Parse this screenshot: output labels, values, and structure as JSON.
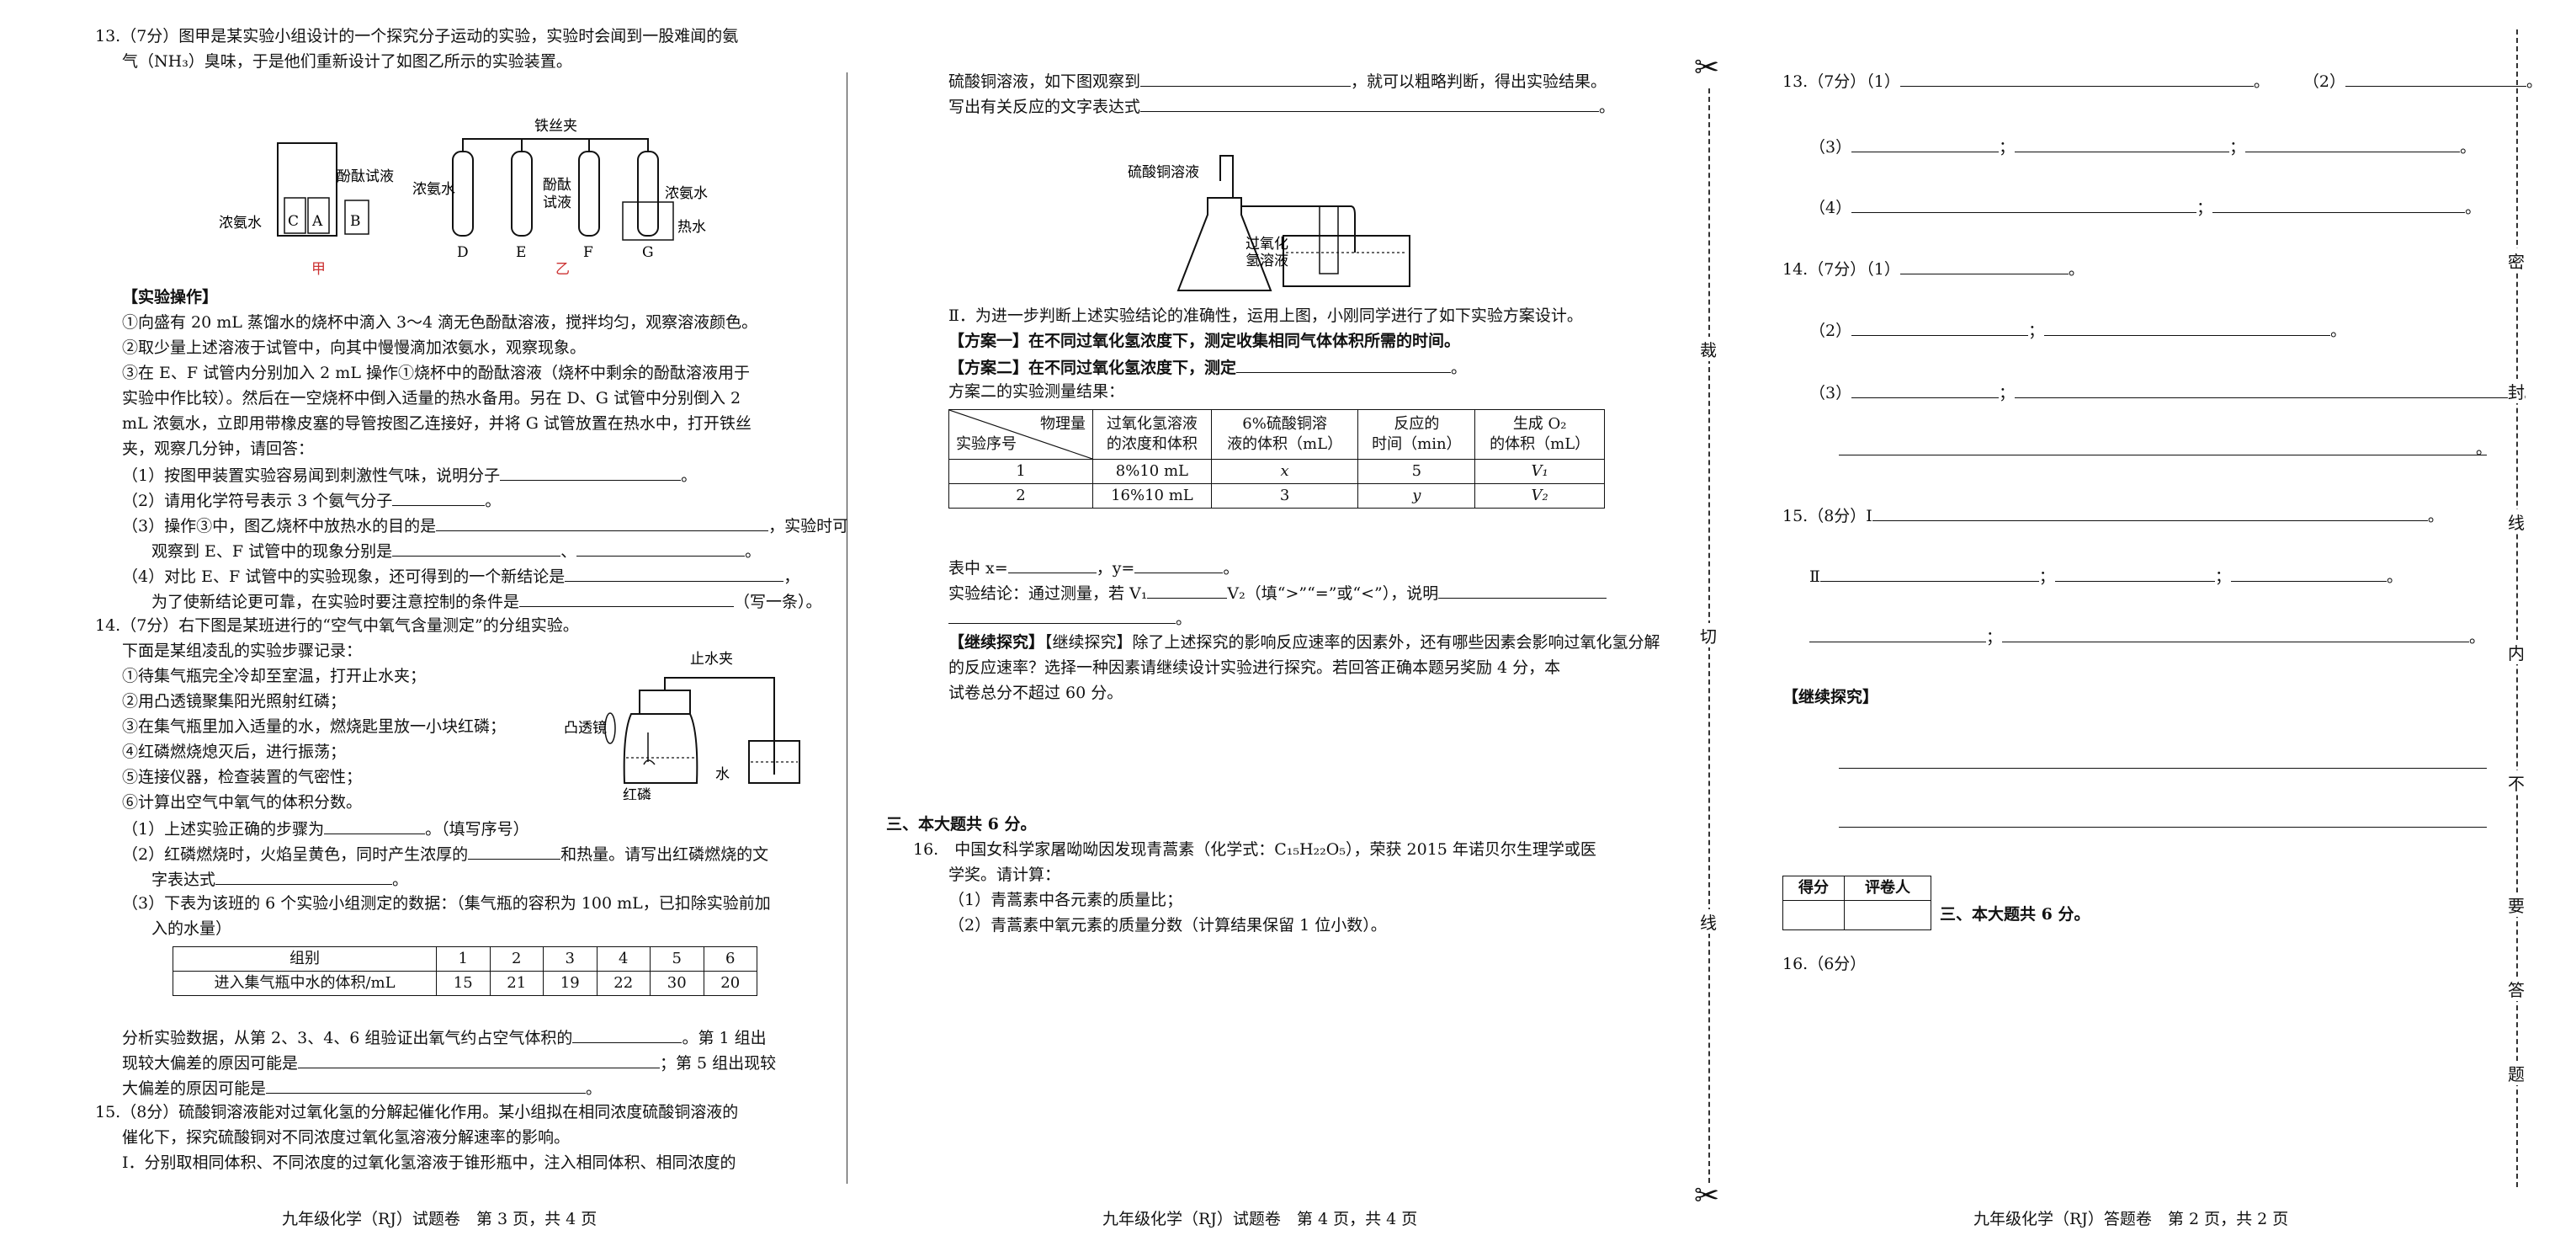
{
  "left_page": {
    "q13": {
      "intro1": "13.（7分）图甲是某实验小组设计的一个探究分子运动的实验，实验时会闻到一股难闻的氨",
      "intro2": "气（NH₃）臭味，于是他们重新设计了如图乙所示的实验装置。",
      "fig_labels": {
        "ammonia": "浓氨水",
        "phenol": "酚酞试液",
        "C": "C",
        "A": "A",
        "B": "B",
        "jia": "甲",
        "clip": "铁丝夹",
        "ammonia2": "浓氨水",
        "phenol2": "酚酞",
        "phenol3": "试液",
        "ammonia3": "浓氨水",
        "hot": "热水",
        "D": "D",
        "E": "E",
        "F": "F",
        "G": "G",
        "yi": "乙"
      },
      "ops_title": "【实验操作】",
      "op1": "①向盛有 20 mL 蒸馏水的烧杯中滴入 3～4 滴无色酚酞溶液，搅拌均匀，观察溶液颜色。",
      "op2": "②取少量上述溶液于试管中，向其中慢慢滴加浓氨水，观察现象。",
      "op3a": "③在 E、F 试管内分别加入 2 mL 操作①烧杯中的酚酞溶液（烧杯中剩余的酚酞溶液用于",
      "op3b": "实验中作比较）。然后在一空烧杯中倒入适量的热水备用。另在 D、G 试管中分别倒入 2",
      "op3c": "mL 浓氨水，立即用带橡皮塞的导管按图乙连接好，并将 G 试管放置在热水中，打开铁丝",
      "op3d": "夹，观察几分钟，请回答：",
      "s1": "（1）按图甲装置实验容易闻到刺激性气味，说明分子",
      "s2": "（2）请用化学符号表示 3 个氨气分子",
      "s3a": "（3）操作③中，图乙烧杯中放热水的目的是",
      "s3a2": "，实验时可",
      "s3b": "观察到 E、F 试管中的现象分别是",
      "s4a": "（4）对比 E、F 试管中的实验现象，还可得到的一个新结论是",
      "s4b": "为了使新结论更可靠，在实验时要注意控制的条件是",
      "s4b2": "（写一条）。"
    },
    "q14": {
      "intro": "14.（7分）右下图是某班进行的“空气中氧气含量测定”的分组实验。",
      "rec": "下面是某组凌乱的实验步骤记录：",
      "st1": "①待集气瓶完全冷却至室温，打开止水夹；",
      "st2": "②用凸透镜聚集阳光照射红磷；",
      "st3": "③在集气瓶里加入适量的水，燃烧匙里放一小块红磷；",
      "st4": "④红磷燃烧熄灭后，进行振荡；",
      "st5": "⑤连接仪器，检查装置的气密性；",
      "st6": "⑥计算出空气中氧气的体积分数。",
      "fig": {
        "clip": "止水夹",
        "lens": "凸透镜",
        "phos": "红磷",
        "water": "水"
      },
      "s1": "（1）上述实验正确的步骤为",
      "s1b": "。（填写序号）",
      "s2a": "（2）红磷燃烧时，火焰呈黄色，同时产生浓厚的",
      "s2a2": "和热量。请写出红磷燃烧的文",
      "s2b": "字表达式",
      "s3a": "（3）下表为该班的 6 个实验小组测定的数据：（集气瓶的容积为 100 mL，已扣除实验前加",
      "s3b": "入的水量）",
      "table": {
        "h0": "组别",
        "g": [
          "1",
          "2",
          "3",
          "4",
          "5",
          "6"
        ],
        "r0": "进入集气瓶中水的体积/mL",
        "v": [
          "15",
          "21",
          "19",
          "22",
          "30",
          "20"
        ]
      },
      "an1": "分析实验数据，从第 2、3、4、6 组验证出氧气约占空气体积的",
      "an1b": "。第 1 组出",
      "an2": "现较大偏差的原因可能是",
      "an2b": "；第 5 组出现较",
      "an3": "大偏差的原因可能是"
    },
    "q15": {
      "l1": "15.（8分）硫酸铜溶液能对过氧化氢的分解起催化作用。某小组拟在相同浓度硫酸铜溶液的",
      "l2": "催化下，探究硫酸铜对不同浓度过氧化氢溶液分解速率的影响。",
      "l3": "Ⅰ．分别取相同体积、不同浓度的过氧化氢溶液于锥形瓶中，注入相同体积、相同浓度的"
    },
    "footer": "九年级化学（RJ）试题卷　第 3 页，共 4 页"
  },
  "middle_page": {
    "l1": "硫酸铜溶液，如下图观察到",
    "l1b": "，就可以粗略判断，得出实验结果。",
    "l2": "写出有关反应的文字表达式",
    "fig": {
      "cuso4": "硫酸铜溶液",
      "h2o2a": "过氧化",
      "h2o2b": "氢溶液"
    },
    "ii": "Ⅱ．为进一步判断上述实验结论的准确性，运用上图，小刚同学进行了如下实验方案设计。",
    "p1": "【方案一】在不同过氧化氢浓度下，测定收集相同气体体积所需的时间。",
    "p2": "【方案二】在不同过氧化氢浓度下，测定",
    "p2b": "。",
    "p3": "方案二的实验测量结果：",
    "table": {
      "diag_top": "物理量",
      "diag_bottom": "实验序号",
      "h1a": "过氧化氢溶液",
      "h1b": "的浓度和体积",
      "h2a": "6%硫酸铜溶",
      "h2b": "液的体积（mL）",
      "h3a": "反应的",
      "h3b": "时间（min）",
      "h4a": "生成 O₂",
      "h4b": "的体积（mL）",
      "rows": [
        [
          "1",
          "8%10 mL",
          "x",
          "5",
          "V₁"
        ],
        [
          "2",
          "16%10 mL",
          "3",
          "y",
          "V₂"
        ]
      ]
    },
    "xy": "表中 x=",
    "xy2": "，y=",
    "xy3": "。",
    "concl": "实验结论：通过测量，若 V₁",
    "concl2": "V₂（填“>”“=”或“<”），说明",
    "cont1": "【继续探究】除了上述探究的影响反应速率的因素外，还有哪些因素会影响过氧化氢分解",
    "cont2": "的反应速率？选择一种因素请继续设计实验进行探究。若回答正确本题另奖励 4 分，本",
    "cont3": "试卷总分不超过 60 分。",
    "sec3": "三、本大题共 6 分。",
    "q16a": "16.　中国女科学家屠呦呦因发现青蒿素（化学式：C₁₅H₂₂O₅），荣获 2015 年诺贝尔生理学或医",
    "q16b": "学奖。请计算：",
    "q16c": "（1）青蒿素中各元素的质量比；",
    "q16d": "（2）青蒿素中氧元素的质量分数（计算结果保留 1 位小数）。",
    "footer": "九年级化学（RJ）试题卷　第 4 页，共 4 页"
  },
  "cut_line": {
    "c1": "裁",
    "c2": "切",
    "c3": "线",
    "scissors": "✂"
  },
  "answer_page": {
    "a13a": "13.（7分）（1）",
    "a13a2": "。",
    "a13b": "（2）",
    "a13b2": "。",
    "a13_3": "（3）",
    "a13_4": "（4）",
    "a14": "14.（7分）（1）",
    "a14_2": "（2）",
    "a14_3": "（3）",
    "a15": "15.（8分）Ⅰ",
    "a15_2": "Ⅱ",
    "semi": "；",
    "dot": "。",
    "cont": "【继续探究】",
    "score": "得分",
    "grader": "评卷人",
    "sec3": "三、本大题共 6 分。",
    "a16": "16.（6分）",
    "seal": [
      "密",
      "封",
      "线",
      "内",
      "不",
      "要",
      "答",
      "题"
    ],
    "footer": "九年级化学（RJ）答题卷　第 2 页，共 2 页"
  }
}
